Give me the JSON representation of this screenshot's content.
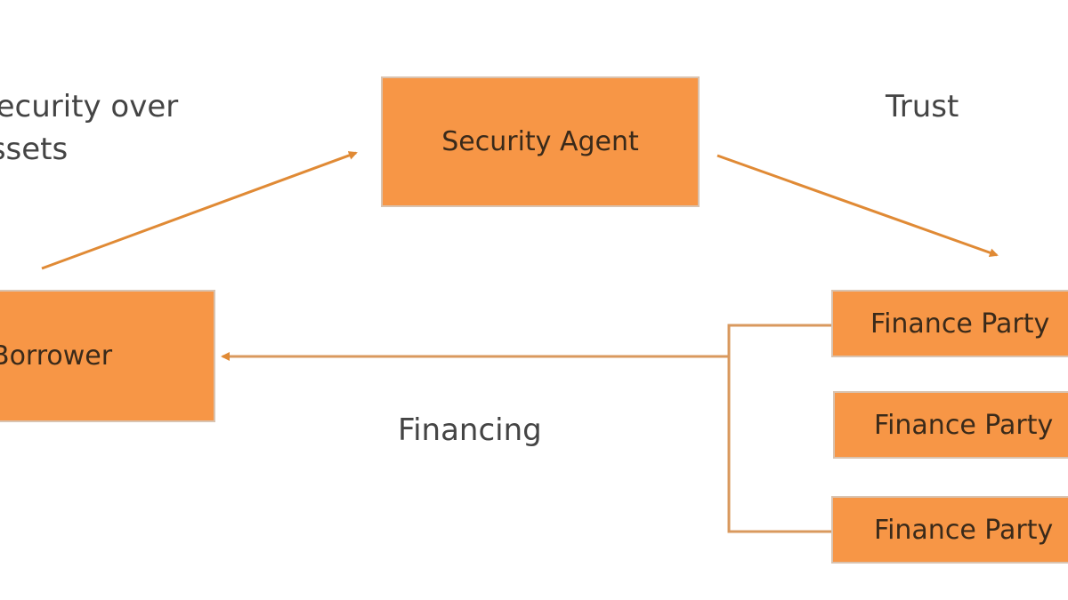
{
  "nodes": {
    "security_agent": "Security Agent",
    "borrower": "Borrower",
    "finance_parties": [
      "Finance Party",
      "Finance Party",
      "Finance Party"
    ]
  },
  "edge_labels": {
    "security_line1": "Security over",
    "security_line2": "assets",
    "trust": "Trust",
    "financing": "Financing"
  },
  "colors": {
    "box": "#f79646",
    "line": "#e08a35"
  }
}
